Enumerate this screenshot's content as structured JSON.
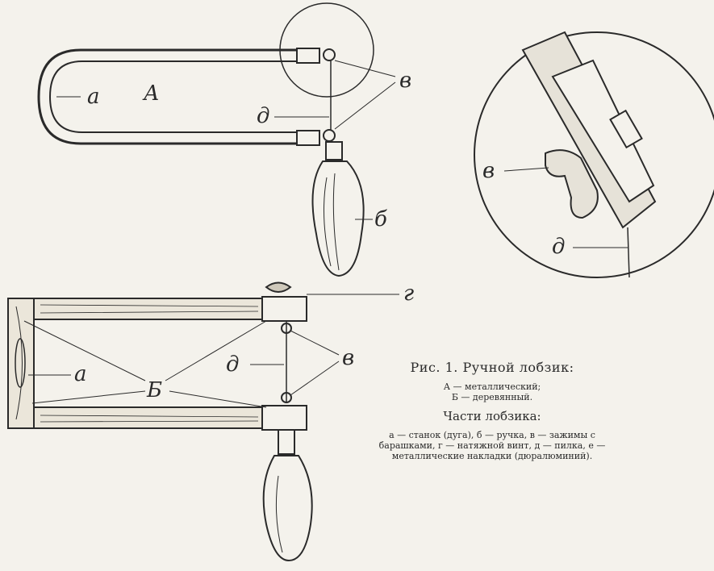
{
  "figure": {
    "labels": {
      "top_a": "а",
      "top_A": "А",
      "top_v": "в",
      "top_d": "д",
      "top_b": "б",
      "detail_v": "в",
      "detail_d": "д",
      "bottom_g": "г",
      "bottom_d": "д",
      "bottom_v": "в",
      "bottom_a": "а",
      "bottom_b": "Б"
    }
  },
  "caption": {
    "title": "Рис. 1. Ручной лобзик:",
    "types": [
      "А — металлический;",
      "Б — деревянный."
    ],
    "parts_title": "Части лобзика:",
    "parts_text": "а — станок (дуга), б — ручка, в — зажимы с барашками, г — натяжной винт, д — пилка, е — металлические накладки (дюралюминий)."
  }
}
